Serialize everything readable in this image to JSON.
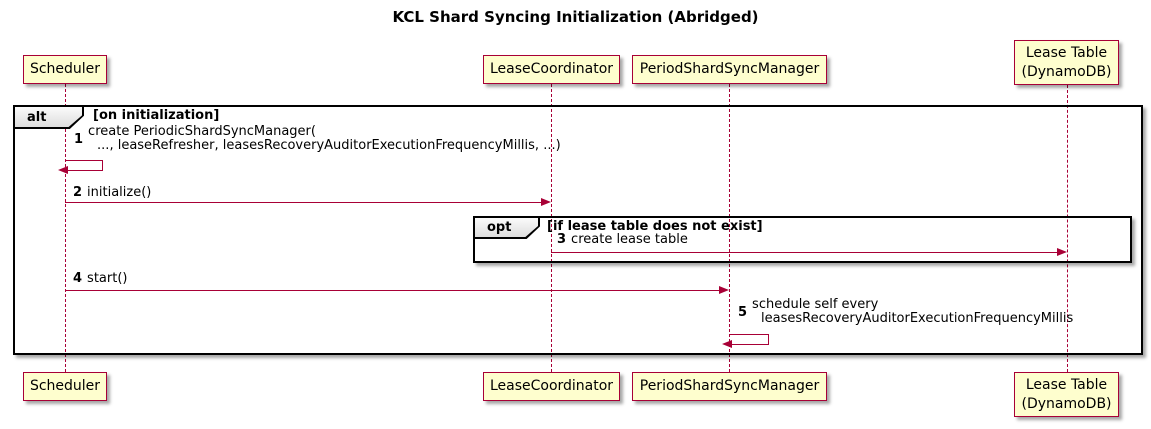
{
  "title": "KCL Shard Syncing Initialization (Abridged)",
  "diagram_type": "sequence",
  "participants": {
    "scheduler": {
      "label": "Scheduler"
    },
    "lease_coordinator": {
      "label": "LeaseCoordinator"
    },
    "period_shard_sync_manager": {
      "label": "PeriodShardSyncManager"
    },
    "lease_table": {
      "line1": "Lease Table",
      "line2": "(DynamoDB)"
    }
  },
  "frames": {
    "alt": {
      "operator": "alt",
      "guard": "[on initialization]"
    },
    "opt": {
      "operator": "opt",
      "guard": "[if lease table does not exist]"
    }
  },
  "messages": {
    "m1": {
      "num": "1",
      "line1": "create PeriodicShardSyncManager(",
      "line2": "..., leaseRefresher, leasesRecoveryAuditorExecutionFrequencyMillis, ...)",
      "from": "Scheduler",
      "to": "Scheduler",
      "kind": "self"
    },
    "m2": {
      "num": "2",
      "text": "initialize()",
      "from": "Scheduler",
      "to": "LeaseCoordinator",
      "kind": "sync"
    },
    "m3": {
      "num": "3",
      "text": "create lease table",
      "from": "LeaseCoordinator",
      "to": "Lease Table (DynamoDB)",
      "kind": "sync"
    },
    "m4": {
      "num": "4",
      "text": "start()",
      "from": "Scheduler",
      "to": "PeriodShardSyncManager",
      "kind": "sync"
    },
    "m5": {
      "num": "5",
      "line1": "schedule self every",
      "line2": "leasesRecoveryAuditorExecutionFrequencyMillis",
      "from": "PeriodShardSyncManager",
      "to": "PeriodShardSyncManager",
      "kind": "self"
    }
  },
  "colors": {
    "participant_fill": "#FEFECE",
    "line_and_border": "#A80036",
    "frame_border": "#000000",
    "operator_label_fill": "#EEEEEE",
    "background": "#FFFFFF",
    "text": "#000000"
  }
}
